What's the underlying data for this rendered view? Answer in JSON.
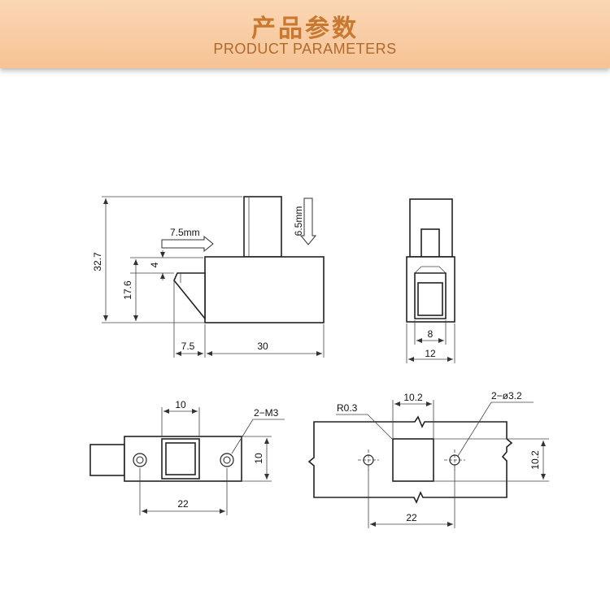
{
  "header": {
    "title": "产品参数",
    "subtitle": "PRODUCT PARAMETERS"
  },
  "side_view": {
    "total_height": "32.7",
    "body_height": "17.6",
    "step": "4",
    "arrow_push": "7.5mm",
    "arrow_down": "6.5mm",
    "latch_width": "7.5",
    "body_width": "30"
  },
  "end_view": {
    "inner_width": "8",
    "outer_width": "12"
  },
  "top_view": {
    "window_width": "10",
    "thread": "2−M3",
    "height": "10",
    "hole_spacing": "22"
  },
  "cutout": {
    "radius": "R0.3",
    "slot_width": "10.2",
    "holes": "2−ø3.2",
    "slot_height": "10.2",
    "hole_spacing": "22"
  }
}
